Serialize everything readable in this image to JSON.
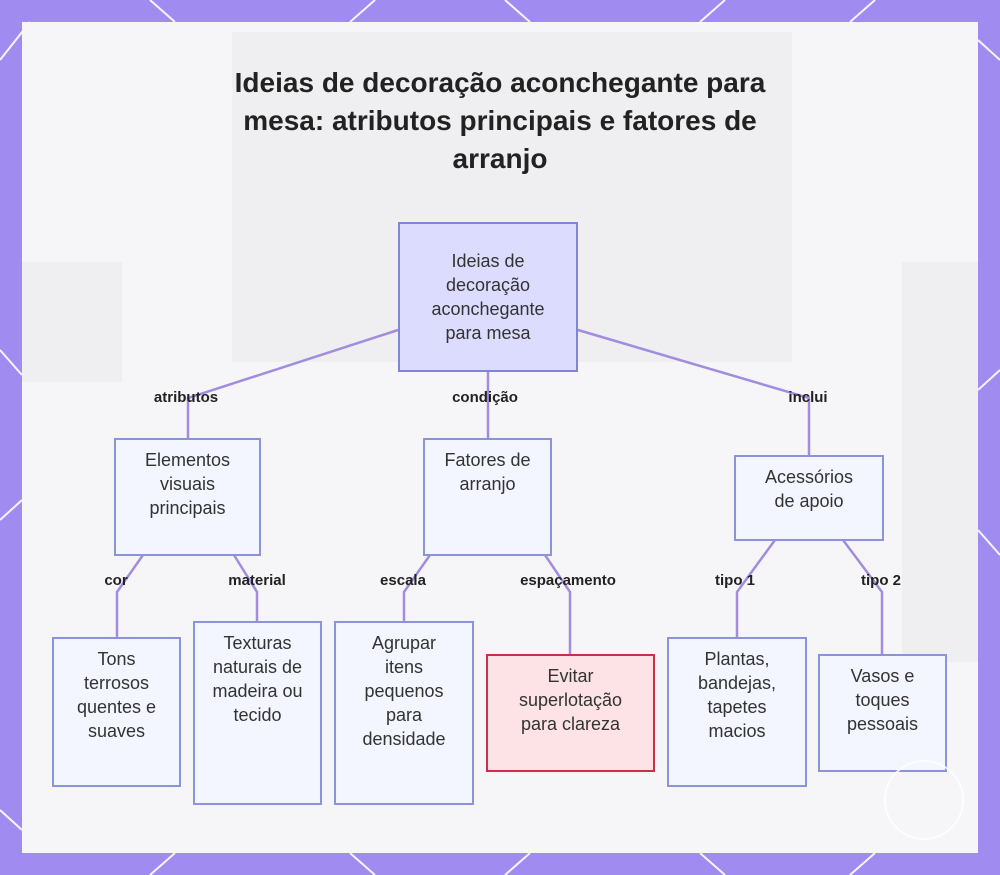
{
  "title": "Ideias de decoração aconchegante para mesa: atributos principais e fatores de arranjo",
  "nodes": {
    "root": "Ideias de decoração aconchegante para mesa",
    "visual": "Elementos visuais principais",
    "arrange": "Fatores de arranjo",
    "accessories": "Acessórios de apoio",
    "tones": "Tons terrosos quentes e suaves",
    "textures": "Texturas naturais de madeira ou tecido",
    "group": "Agrupar itens pequenos para densidade",
    "avoid": "Evitar superlotação para clareza",
    "plants": "Plantas, bandejas, tapetes macios",
    "vases": "Vasos e toques pessoais"
  },
  "edges": {
    "attributes": "atributos",
    "condition": "condição",
    "includes": "inclui",
    "color": "cor",
    "material": "material",
    "scale": "escala",
    "spacing": "espaçamento",
    "type1": "tipo 1",
    "type2": "tipo 2"
  },
  "colors": {
    "frame": "#a08cf0",
    "node_fill": "#f3f5ff",
    "node_border": "#8b94d8",
    "root_fill": "#dcdcff",
    "warn_fill": "#fde3e6",
    "warn_border": "#c9304a",
    "edge": "#a18ce0"
  }
}
